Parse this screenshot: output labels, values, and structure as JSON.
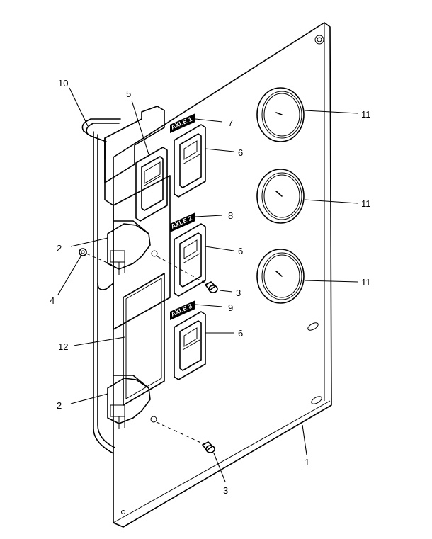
{
  "diagram": {
    "callouts": {
      "c1": "1",
      "c2a": "2",
      "c2b": "2",
      "c3a": "3",
      "c3b": "3",
      "c4": "4",
      "c5": "5",
      "c6a": "6",
      "c6b": "6",
      "c6c": "6",
      "c7": "7",
      "c8": "8",
      "c9": "9",
      "c10": "10",
      "c11a": "11",
      "c11b": "11",
      "c11c": "11",
      "c12": "12"
    },
    "switch_labels": {
      "axle1": "AXLE 1",
      "axle2": "AXLE 2",
      "axle3": "AXLE 3"
    }
  }
}
